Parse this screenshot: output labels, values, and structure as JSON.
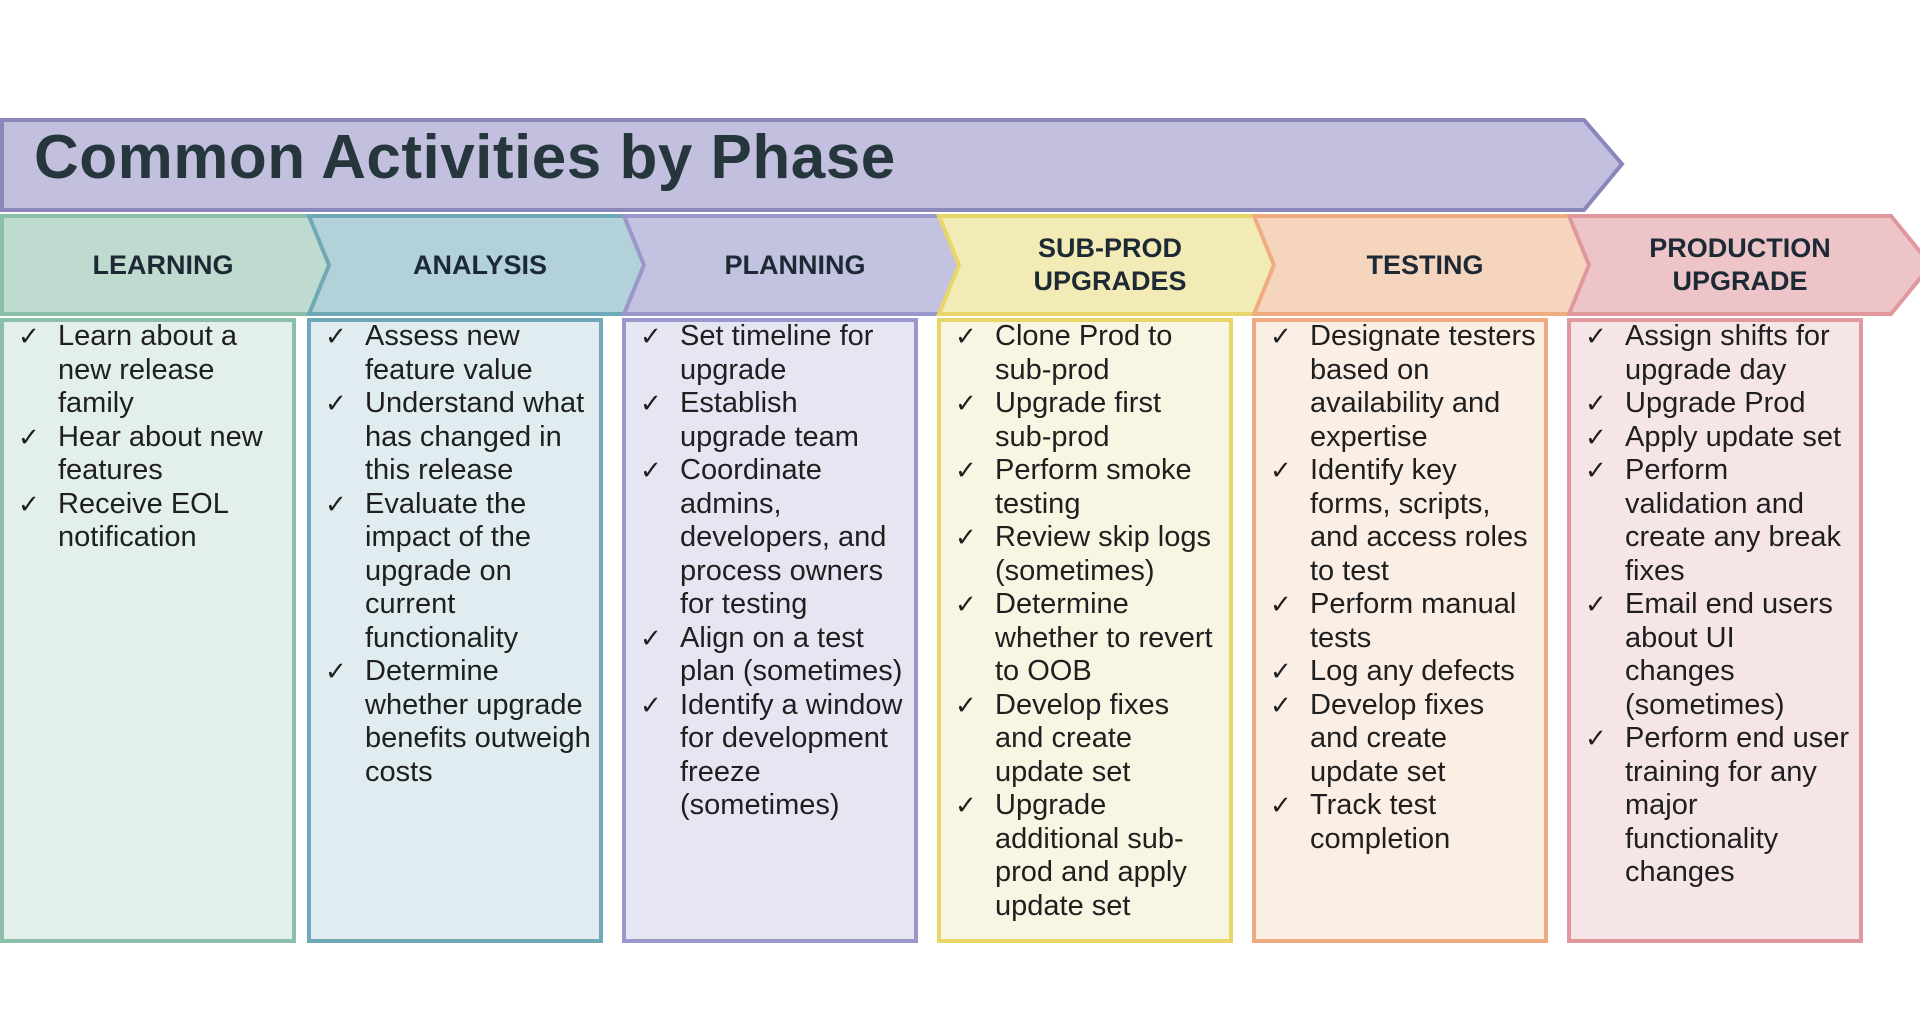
{
  "title": "Common Activities by Phase",
  "colors": {
    "banner_fill": "#c2c0de",
    "banner_stroke": "#8a87bd",
    "title_text": "#25373d"
  },
  "icons": {
    "bullet": "check-icon"
  },
  "phases": [
    {
      "name": "LEARNING",
      "header_fill": "#bfdbd0",
      "header_stroke": "#8bbfa9",
      "body_fill": "#e3efeb",
      "body_stroke": "#8bbfa9",
      "items": [
        "Learn about a new release family",
        "Hear about new features",
        "Receive EOL notification"
      ]
    },
    {
      "name": "ANALYSIS",
      "header_fill": "#b2d1d9",
      "header_stroke": "#6fa9b8",
      "body_fill": "#e0ecef",
      "body_stroke": "#6fa9b8",
      "items": [
        "Assess new feature value",
        "Understand what has changed in this release",
        "Evaluate the impact of the upgrade on current functionality",
        "Determine whether upgrade benefits outweigh costs"
      ]
    },
    {
      "name": "PLANNING",
      "header_fill": "#c4c2e1",
      "header_stroke": "#9a97cc",
      "body_fill": "#e6e5f2",
      "body_stroke": "#9a97cc",
      "items": [
        "Set timeline for upgrade",
        "Establish upgrade team",
        "Coordinate admins, developers, and process owners for testing",
        "Align on a test plan (sometimes)",
        "Identify a window for development freeze (sometimes)"
      ]
    },
    {
      "name": "SUB-PROD UPGRADES",
      "header_fill": "#f3ebb5",
      "header_stroke": "#e9d66b",
      "body_fill": "#f8f5e2",
      "body_stroke": "#e9d66b",
      "items": [
        "Clone Prod to sub-prod",
        "Upgrade first sub-prod",
        "Perform smoke testing",
        "Review skip logs (sometimes)",
        "Determine whether to revert to OOB",
        "Develop fixes and create update set",
        "Upgrade additional sub-prod and apply update set"
      ]
    },
    {
      "name": "TESTING",
      "header_fill": "#f6d5bf",
      "header_stroke": "#efac80",
      "body_fill": "#fbeee4",
      "body_stroke": "#efac80",
      "items": [
        "Designate testers based on availability and expertise",
        "Identify key forms, scripts, and access roles to test",
        "Perform manual tests",
        "Log any defects",
        "Develop fixes and create update set",
        "Track test completion"
      ]
    },
    {
      "name": "PRODUCTION UPGRADE",
      "header_fill": "#edc5c8",
      "header_stroke": "#e0989d",
      "body_fill": "#f6e5e6",
      "body_stroke": "#e0989d",
      "items": [
        "Assign shifts for upgrade day",
        "Upgrade Prod",
        "Apply update set",
        "Perform validation and create any break fixes",
        "Email end users about UI changes (sometimes)",
        "Perform end user training for any major functionality changes"
      ]
    }
  ]
}
